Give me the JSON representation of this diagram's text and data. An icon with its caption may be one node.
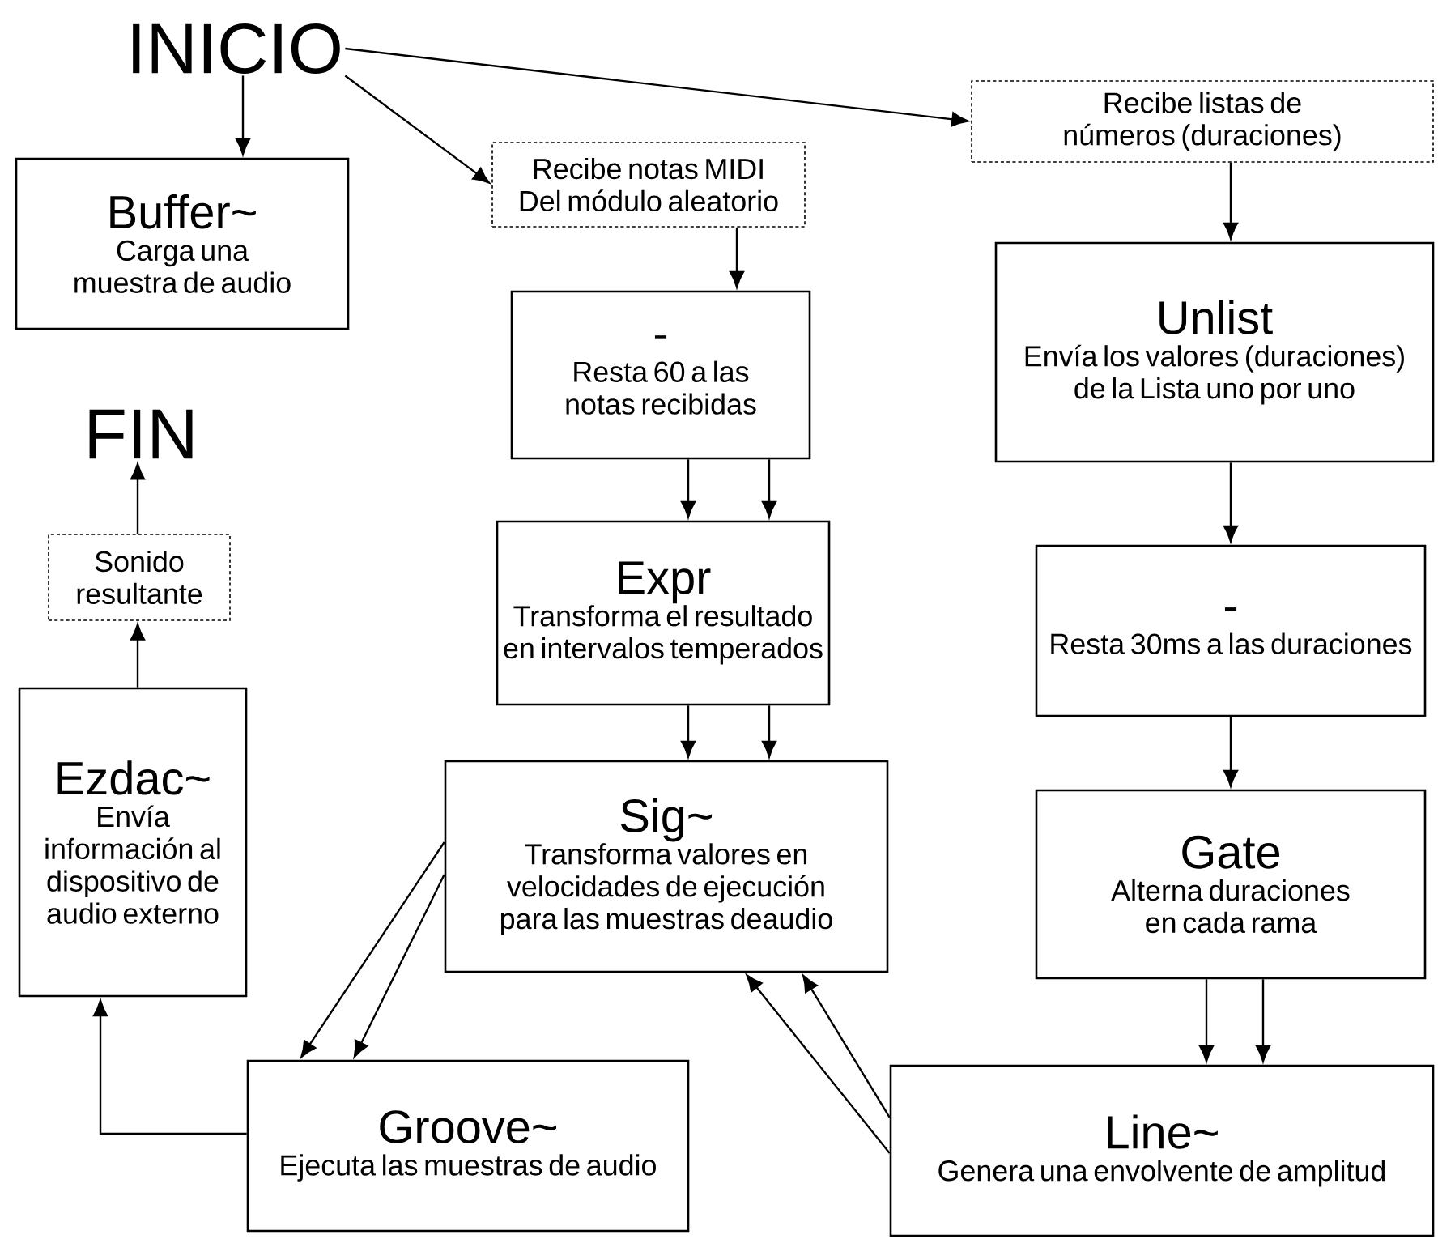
{
  "diagram": {
    "nodes": [
      {
        "text": [
          "INICIO"
        ]
      },
      {
        "text": [
          "Buffer~",
          "Carga una muestra de audio"
        ]
      },
      {
        "text": [
          "Recibe notas MIDI Del módulo aleatorio"
        ]
      },
      {
        "text": [
          "Recibe listas de números (duraciones)"
        ]
      },
      {
        "text": [
          "-",
          "Resta 60 a las notas recibidas"
        ]
      },
      {
        "text": [
          "Unlist",
          "Envía los valores (duraciones) de la Lista uno por uno"
        ]
      },
      {
        "text": [
          "FIN"
        ]
      },
      {
        "text": [
          "Sonido resultante"
        ]
      },
      {
        "text": [
          "Expr",
          "Transforma el resultado en intervalos temperados"
        ]
      },
      {
        "text": [
          "-",
          "Resta 30ms a las duraciones"
        ]
      },
      {
        "text": [
          "Ezdac~",
          "Envía información al dispositivo de audio externo"
        ]
      },
      {
        "text": [
          "Sig~",
          "Transforma valores en velocidades de ejecución para las muestras deaudio"
        ]
      },
      {
        "text": [
          "Gate",
          "Alterna duraciones en cada rama"
        ]
      },
      {
        "text": [
          "Groove~",
          "Ejecuta las muestras de audio"
        ]
      },
      {
        "text": [
          "Line~",
          "Genera una envolvente de amplitud"
        ]
      }
    ],
    "edges": [
      {
        "from": 0,
        "to": 1,
        "arrow": "to"
      },
      {
        "from": 0,
        "to": 2,
        "arrow": "to"
      },
      {
        "from": 0,
        "to": 3,
        "arrow": "to"
      },
      {
        "from": 2,
        "to": 4,
        "arrow": "to"
      },
      {
        "from": 3,
        "to": 5,
        "arrow": "to"
      },
      {
        "from": 4,
        "to": 8,
        "arrow": "to"
      },
      {
        "from": 4,
        "to": 8,
        "arrow": "to"
      },
      {
        "from": 8,
        "to": 11,
        "arrow": "to"
      },
      {
        "from": 8,
        "to": 11,
        "arrow": "to"
      },
      {
        "from": 5,
        "to": 9,
        "arrow": "to"
      },
      {
        "from": 9,
        "to": 12,
        "arrow": "to"
      },
      {
        "from": 12,
        "to": 14,
        "arrow": "to"
      },
      {
        "from": 12,
        "to": 14,
        "arrow": "to"
      },
      {
        "from": 14,
        "to": 11,
        "arrow": "to"
      },
      {
        "from": 14,
        "to": 11,
        "arrow": "to"
      },
      {
        "from": 11,
        "to": 13,
        "arrow": "to"
      },
      {
        "from": 11,
        "to": 13,
        "arrow": "to"
      },
      {
        "from": 13,
        "to": 10,
        "arrow": "to"
      },
      {
        "from": 10,
        "to": 7,
        "arrow": "to"
      },
      {
        "from": 7,
        "to": 6,
        "arrow": "to"
      }
    ]
  }
}
